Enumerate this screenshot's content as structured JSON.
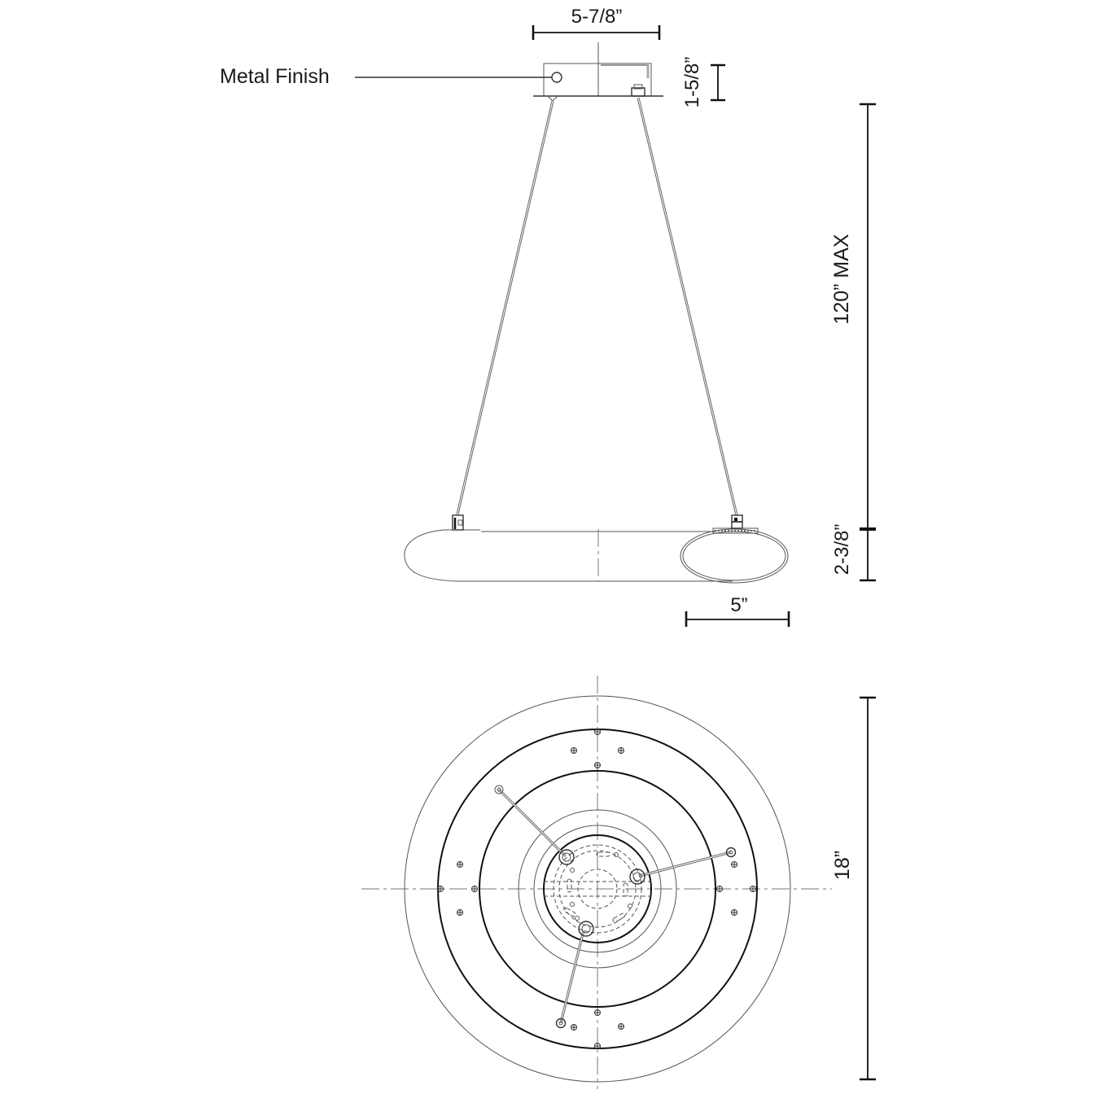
{
  "callouts": {
    "metal_finish": "Metal Finish"
  },
  "dimensions": {
    "canopy_width": "5-7/8”",
    "canopy_height": "1-5/8”",
    "cable_length": "120” MAX",
    "ring_height": "2-3/8”",
    "ring_tube_width": "5”",
    "ring_diameter": "18”"
  },
  "views": {
    "side_view": "side-elevation",
    "bottom_view": "plan-view"
  },
  "colors": {
    "line": "#111111",
    "thin_line": "#555555",
    "background": "#ffffff"
  }
}
